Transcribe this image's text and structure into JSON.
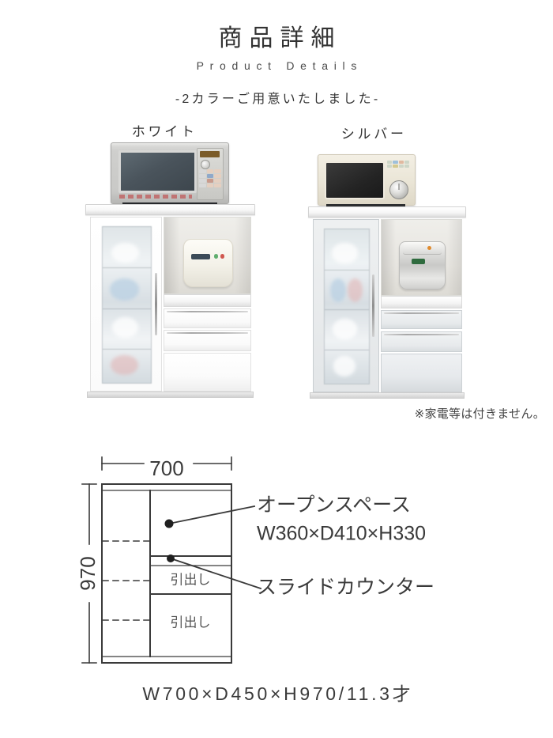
{
  "header": {
    "title_jp": "商品詳細",
    "title_en": "Product Details",
    "subtitle": "-2カラーご用意いたしました-"
  },
  "variants": [
    {
      "id": "white",
      "label": "ホワイト"
    },
    {
      "id": "silver",
      "label": "シルバー"
    }
  ],
  "note": "※家電等は付きません。",
  "diagram": {
    "width_dim": "700",
    "height_dim": "970",
    "drawer_label_upper": "引出し",
    "drawer_label_lower": "引出し",
    "callouts": [
      {
        "title": "オープンスペース",
        "spec": "W360×D410×H330"
      },
      {
        "title": "スライドカウンター",
        "spec": ""
      }
    ]
  },
  "footer": {
    "dimensions": "W700×D450×H970/11.3才"
  },
  "colors": {
    "text": "#3a3a3a",
    "line": "#333333",
    "white_unit": "#ffffff",
    "silver_unit": "#e3e6e8"
  }
}
